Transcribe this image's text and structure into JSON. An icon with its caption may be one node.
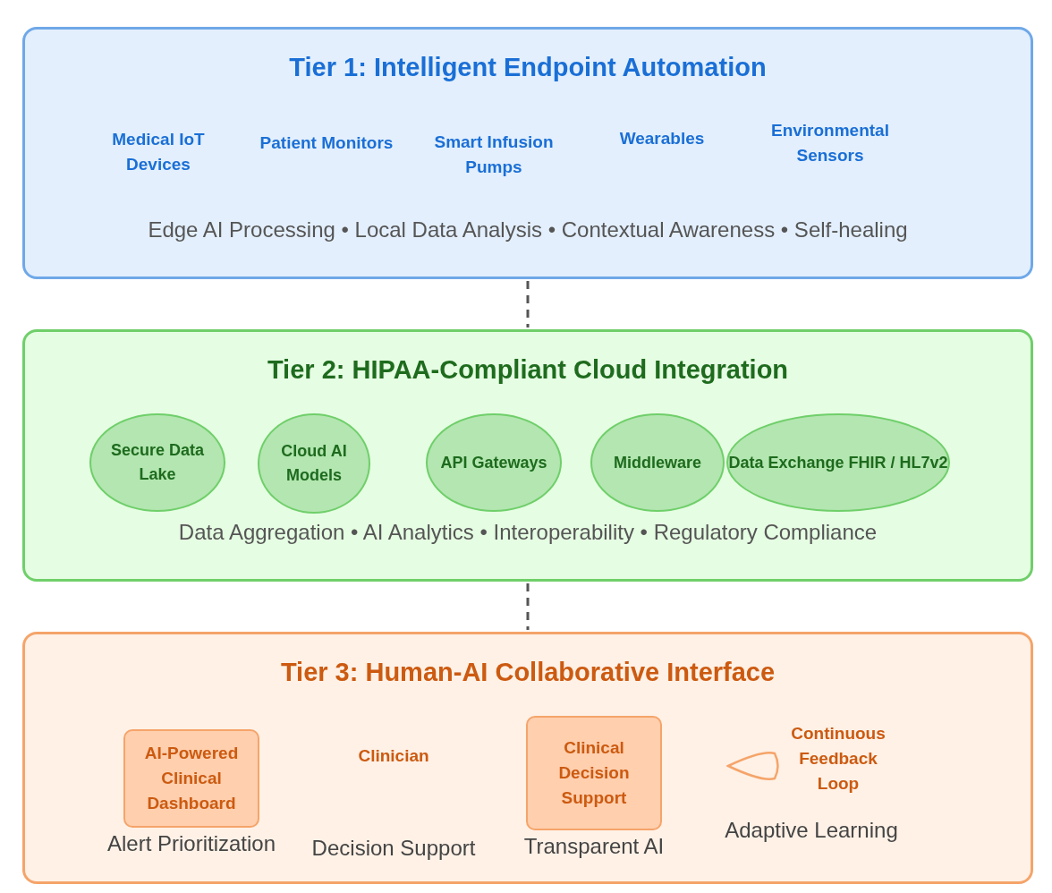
{
  "diagram": {
    "nodes": [
      {
        "text": [
          "Tier 1: Intelligent Endpoint Automation",
          "Edge AI Processing • Local Data Analysis • Contextual Awareness • Self-healing"
        ]
      },
      {
        "text": [
          "Medical IoT Devices"
        ],
        "in": 0
      },
      {
        "text": [
          "Patient Monitors"
        ],
        "in": 0
      },
      {
        "text": [
          "Smart Infusion Pumps"
        ],
        "in": 0
      },
      {
        "text": [
          "Wearables"
        ],
        "in": 0
      },
      {
        "text": [
          "Environmental Sensors"
        ],
        "in": 0
      },
      {
        "text": [
          "Tier 2: HIPAA-Compliant Cloud Integration",
          "Data Aggregation • AI Analytics • Interoperability • Regulatory Compliance"
        ]
      },
      {
        "text": [
          "Secure Data Lake"
        ],
        "in": 6
      },
      {
        "text": [
          "Cloud AI Models"
        ],
        "in": 6
      },
      {
        "text": [
          "API Gateways"
        ],
        "in": 6
      },
      {
        "text": [
          "Middleware"
        ],
        "in": 6
      },
      {
        "text": [
          "Data Exchange FHIR / HL7v2"
        ],
        "in": 6
      },
      {
        "text": [
          "Tier 3: Human-AI Collaborative Interface"
        ]
      },
      {
        "text": [
          "AI-Powered Clinical Dashboard"
        ],
        "in": 12,
        "beside": [
          "Alert Prioritization"
        ]
      },
      {
        "text": [
          "Clinician"
        ],
        "in": 12,
        "beside": [
          "Decision Support"
        ]
      },
      {
        "text": [
          "Clinical Decision Support"
        ],
        "in": 12,
        "beside": [
          "Transparent AI"
        ]
      },
      {
        "text": [
          "Continuous Feedback Loop"
        ],
        "in": 12,
        "beside": [
          "Adaptive Learning"
        ]
      }
    ],
    "edges": [
      {
        "from": 0,
        "to": 6,
        "arrow": "none",
        "style": "dashed"
      },
      {
        "from": 6,
        "to": 12,
        "arrow": "none",
        "style": "dashed"
      }
    ]
  }
}
